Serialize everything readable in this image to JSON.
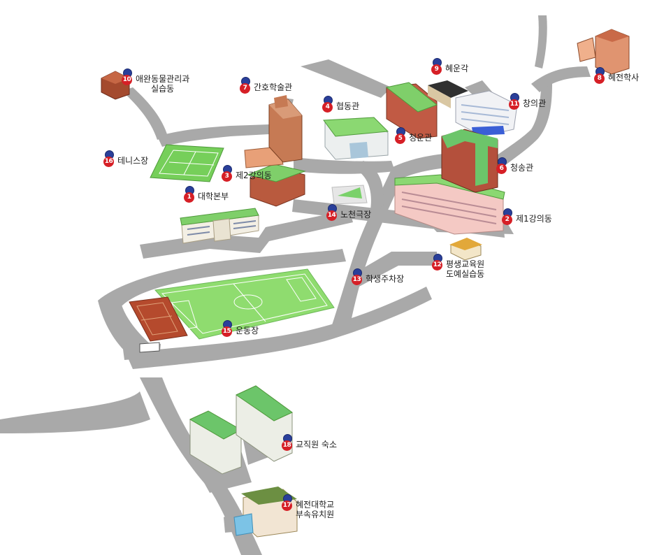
{
  "colors": {
    "road": "#a9a9a9",
    "field": "#7fd46b",
    "roof_green": "#6cc56a",
    "brick": "#b95a3e",
    "pin_blue": "#2a3f9a",
    "pin_red": "#d61f26"
  },
  "markers": [
    {
      "num": "1",
      "lines": [
        "대학본부"
      ]
    },
    {
      "num": "2",
      "lines": [
        "제1강의동"
      ]
    },
    {
      "num": "3",
      "lines": [
        "제2강의동"
      ]
    },
    {
      "num": "4",
      "lines": [
        "협동관"
      ]
    },
    {
      "num": "5",
      "lines": [
        "청운관"
      ]
    },
    {
      "num": "6",
      "lines": [
        "청송관"
      ]
    },
    {
      "num": "7",
      "lines": [
        "간호학술관"
      ]
    },
    {
      "num": "8",
      "lines": [
        "혜전학사"
      ]
    },
    {
      "num": "9",
      "lines": [
        "혜운각"
      ]
    },
    {
      "num": "10",
      "lines": [
        "애완동물관리과",
        "실습동"
      ]
    },
    {
      "num": "11",
      "lines": [
        "창의관"
      ]
    },
    {
      "num": "12",
      "lines": [
        "평생교육원",
        "도예실습동"
      ]
    },
    {
      "num": "13",
      "lines": [
        "학생주차장"
      ]
    },
    {
      "num": "14",
      "lines": [
        "노천극장"
      ]
    },
    {
      "num": "15",
      "lines": [
        "운동장"
      ]
    },
    {
      "num": "16",
      "lines": [
        "테니스장"
      ]
    },
    {
      "num": "17",
      "lines": [
        "혜전대학교",
        "부속유치원"
      ]
    },
    {
      "num": "18",
      "lines": [
        "교직원 숙소"
      ]
    }
  ]
}
